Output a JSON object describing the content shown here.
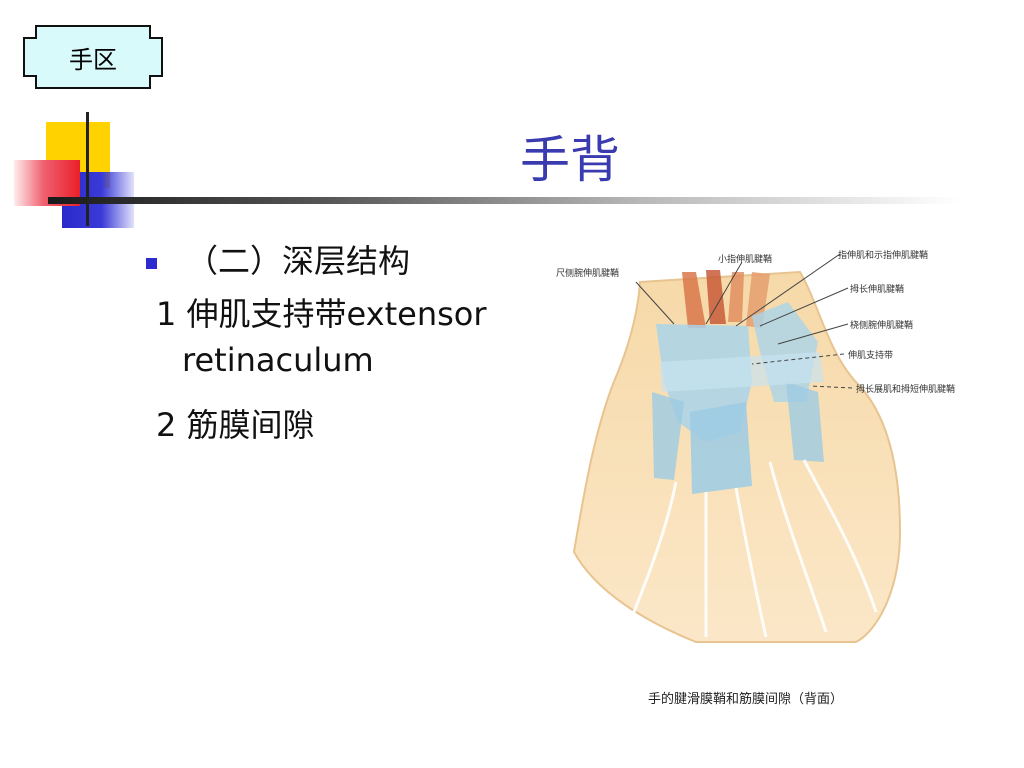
{
  "header": {
    "section_label": "手区",
    "title": "手背"
  },
  "content": {
    "bullet_heading": "（二）深层结构",
    "item1_line1": "1 伸肌支持带extensor",
    "item1_line2": "retinaculum",
    "item2": "2 筋膜间隙"
  },
  "figure": {
    "labels": {
      "ulnar_extensor_sheath": "尺侧腕伸肌腱鞘",
      "little_finger_sheath": "小指伸肌腱鞘",
      "digitorum_index_sheath": "指伸肌和示指伸肌腱鞘",
      "pollicis_longus_sheath": "拇长伸肌腱鞘",
      "radial_extensor_sheath": "桡侧腕伸肌腱鞘",
      "extensor_retinaculum": "伸肌支持带",
      "abductor_brevis_sheath": "拇长展肌和拇短伸肌腱鞘"
    },
    "caption": "手的腱滑膜鞘和筋膜间隙（背面）"
  },
  "colors": {
    "title": "#3b3bb0",
    "bullet": "#2b2bd0",
    "accent_yellow": "#ffd200",
    "accent_red": "#e8202a"
  }
}
